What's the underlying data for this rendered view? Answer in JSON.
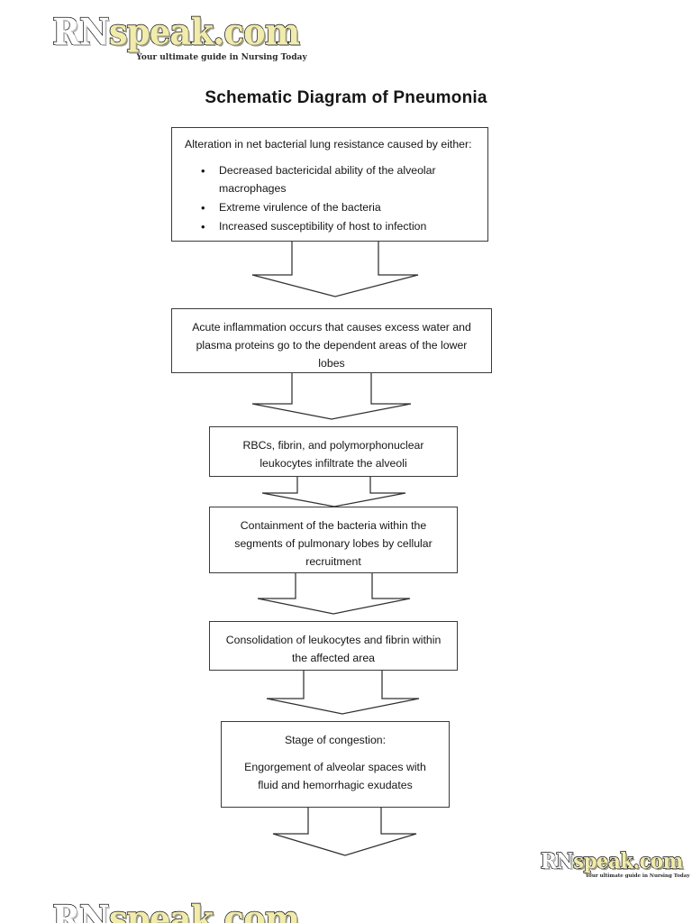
{
  "document": {
    "title": "Schematic Diagram of Pneumonia",
    "background_color": "#ffffff",
    "box_border_color": "#3a3a3a",
    "arrow_stroke_color": "#303030",
    "text_color": "#151515"
  },
  "brand": {
    "name_part_1": "RN",
    "name_part_2": "speak.com",
    "full_name": "RNspeak.com",
    "tagline": "Your ultimate guide in Nursing Today",
    "color_primary": "#f2ecac",
    "color_secondary": "#ffffff",
    "outline_color": "#111111"
  },
  "flow": {
    "steps": [
      {
        "id": "step-1",
        "lead": "Alteration in net bacterial lung resistance caused by either:",
        "bullets": [
          "Decreased bactericidal ability of the alveolar macrophages",
          "Extreme virulence of the bacteria",
          "Increased susceptibility of host to infection"
        ]
      },
      {
        "id": "step-2",
        "text": "Acute inflammation occurs that causes excess water and plasma proteins go to the dependent areas of the lower lobes"
      },
      {
        "id": "step-3",
        "text": "RBCs, fibrin, and polymorphonuclear leukocytes infiltrate the alveoli"
      },
      {
        "id": "step-4",
        "text": "Containment of the bacteria within the segments of pulmonary lobes by cellular recruitment"
      },
      {
        "id": "step-5",
        "text": "Consolidation of leukocytes and fibrin within the affected area"
      },
      {
        "id": "step-6",
        "heading": "Stage of congestion:",
        "text": "Engorgement of alveolar spaces with fluid and hemorrhagic exudates"
      }
    ],
    "connector_label": "down-arrow"
  }
}
